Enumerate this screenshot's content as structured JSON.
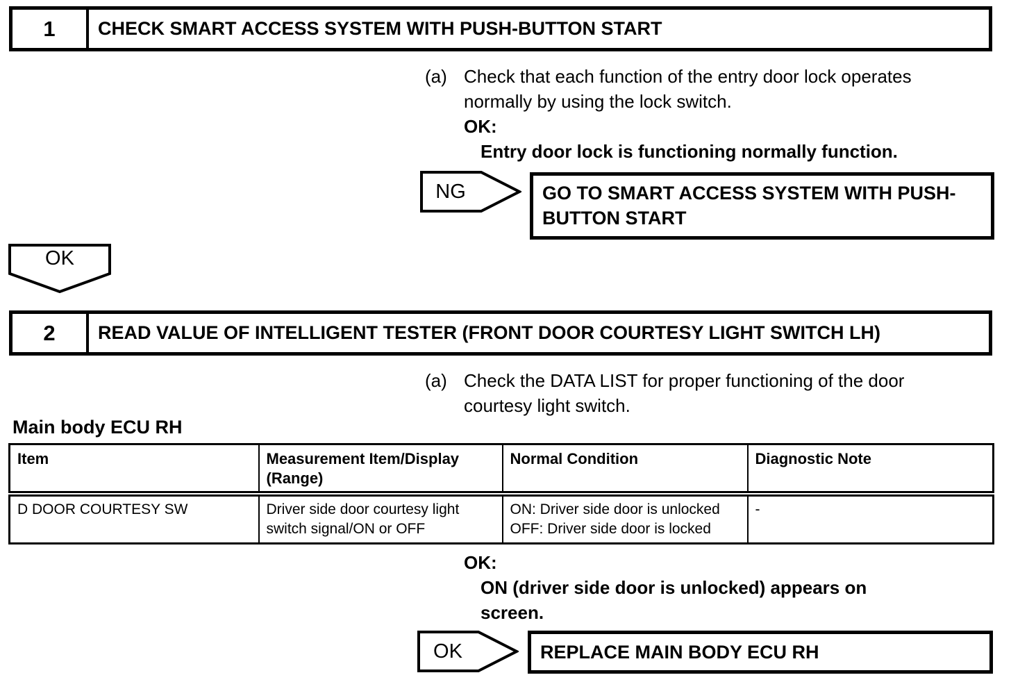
{
  "colors": {
    "ink": "#000000",
    "paper": "#ffffff"
  },
  "step1": {
    "number": "1",
    "title": "CHECK SMART ACCESS SYSTEM WITH PUSH-BUTTON START",
    "item_marker": "(a)",
    "instruction": "Check that each function of the entry door lock operates normally by using the lock switch.",
    "ok_label": "OK:",
    "ok_condition": "Entry door lock is functioning normally function."
  },
  "ng_branch": {
    "arrow_label": "NG",
    "action": "GO TO SMART ACCESS SYSTEM WITH PUSH-BUTTON START"
  },
  "ok_connector": {
    "label": "OK"
  },
  "step2": {
    "number": "2",
    "title": "READ VALUE OF INTELLIGENT TESTER (FRONT DOOR COURTESY LIGHT SWITCH LH)",
    "item_marker": "(a)",
    "instruction": "Check the DATA LIST for proper functioning of the door courtesy light switch.",
    "table_title": "Main body ECU RH",
    "table": {
      "headers": [
        "Item",
        "Measurement Item/Display (Range)",
        "Normal Condition",
        "Diagnostic Note"
      ],
      "rows": [
        {
          "item": "D DOOR COURTESY SW",
          "measurement": "Driver side door courtesy light switch signal/ON or OFF",
          "normal_condition": "ON: Driver side door is unlocked\nOFF: Driver side door is locked",
          "diagnostic_note": "-"
        }
      ]
    },
    "ok_label": "OK:",
    "ok_condition": "ON (driver side door is unlocked) appears on screen."
  },
  "ok_branch": {
    "arrow_label": "OK",
    "action": "REPLACE MAIN BODY ECU RH"
  }
}
